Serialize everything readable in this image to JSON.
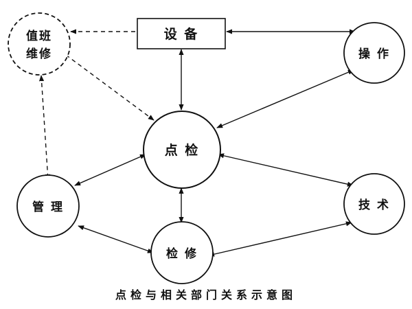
{
  "nodes": {
    "equipment": "设 备",
    "operation": "操 作",
    "duty_line1": "值班",
    "duty_line2": "维修",
    "spot_check": "点 检",
    "management": "管 理",
    "technology": "技 术",
    "repair": "检 修"
  },
  "caption": "点检与相关部门关系示意图"
}
